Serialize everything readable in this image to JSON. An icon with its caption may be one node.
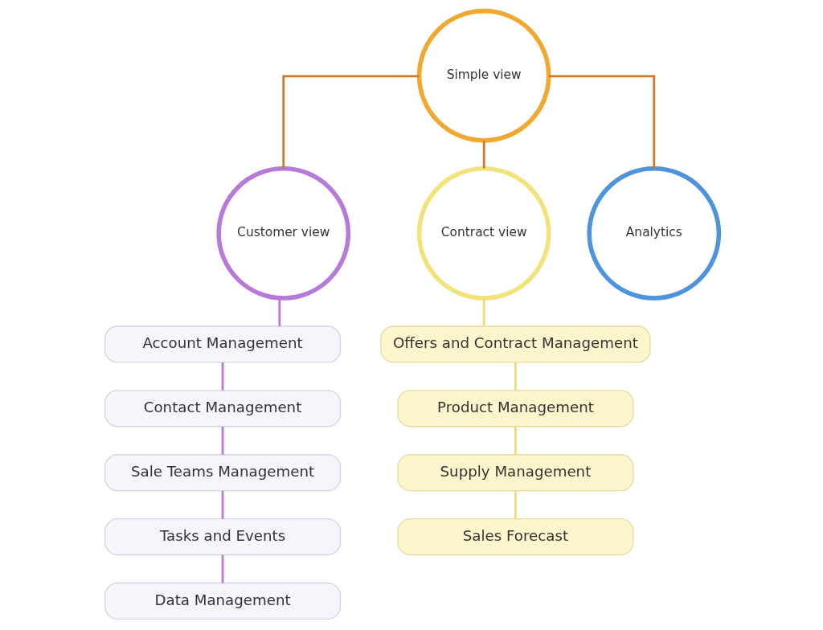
{
  "diagram": {
    "nodes": [
      {
        "text": [
          "Simple view"
        ]
      },
      {
        "text": [
          "Customer view"
        ]
      },
      {
        "text": [
          "Contract view"
        ]
      },
      {
        "text": [
          "Analytics"
        ]
      },
      {
        "text": [
          "Account Management"
        ]
      },
      {
        "text": [
          "Contact Management"
        ]
      },
      {
        "text": [
          "Sale Teams Management"
        ]
      },
      {
        "text": [
          "Tasks and Events"
        ]
      },
      {
        "text": [
          "Data Management"
        ]
      },
      {
        "text": [
          "Offers and Contract Management"
        ]
      },
      {
        "text": [
          "Product Management"
        ]
      },
      {
        "text": [
          "Supply Management"
        ]
      },
      {
        "text": [
          "Sales Forecast"
        ]
      }
    ],
    "edges": [
      {
        "from": 0,
        "to": 1,
        "arrow": "none",
        "color": "#c9782e"
      },
      {
        "from": 0,
        "to": 2,
        "arrow": "none",
        "color": "#c9782e"
      },
      {
        "from": 0,
        "to": 3,
        "arrow": "none",
        "color": "#c9782e"
      },
      {
        "from": 1,
        "to": 4,
        "arrow": "none",
        "color": "#b77ad9"
      },
      {
        "from": 4,
        "to": 5,
        "arrow": "none",
        "color": "#b77ad9"
      },
      {
        "from": 5,
        "to": 6,
        "arrow": "none",
        "color": "#b77ad9"
      },
      {
        "from": 6,
        "to": 7,
        "arrow": "none",
        "color": "#b77ad9"
      },
      {
        "from": 7,
        "to": 8,
        "arrow": "none",
        "color": "#b77ad9"
      },
      {
        "from": 2,
        "to": 9,
        "arrow": "none",
        "color": "#eedd77"
      },
      {
        "from": 9,
        "to": 10,
        "arrow": "none",
        "color": "#eedd77"
      },
      {
        "from": 10,
        "to": 11,
        "arrow": "none",
        "color": "#eedd77"
      },
      {
        "from": 11,
        "to": 12,
        "arrow": "none",
        "color": "#eedd77"
      }
    ]
  }
}
